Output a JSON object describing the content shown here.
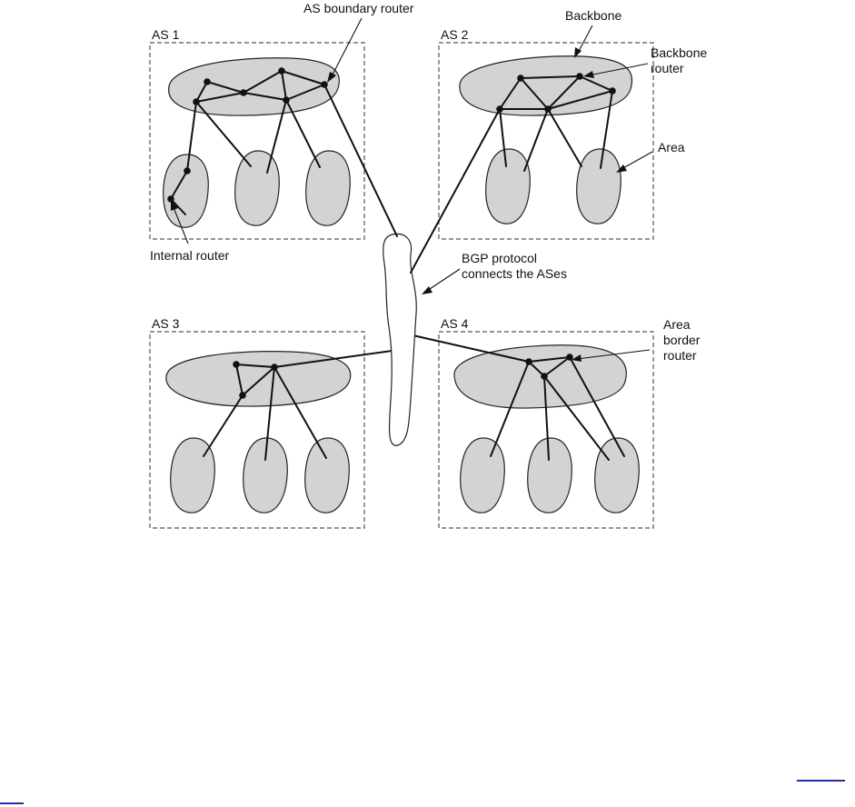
{
  "labels": {
    "as1": "AS 1",
    "as2": "AS 2",
    "as3": "AS 3",
    "as4": "AS 4",
    "as_boundary_router": "AS boundary router",
    "backbone": "Backbone",
    "backbone_router": [
      "Backbone",
      "router"
    ],
    "area": "Area",
    "internal_router": "Internal router",
    "bgp": [
      "BGP protocol",
      "connects the ASes"
    ],
    "area_border_router": [
      "Area",
      "border",
      "router"
    ]
  },
  "colors": {
    "area_fill": "#d3d3d3",
    "bgp_fill": "#ffffff",
    "line": "#111111",
    "link_underline": "#2a2aa8"
  }
}
